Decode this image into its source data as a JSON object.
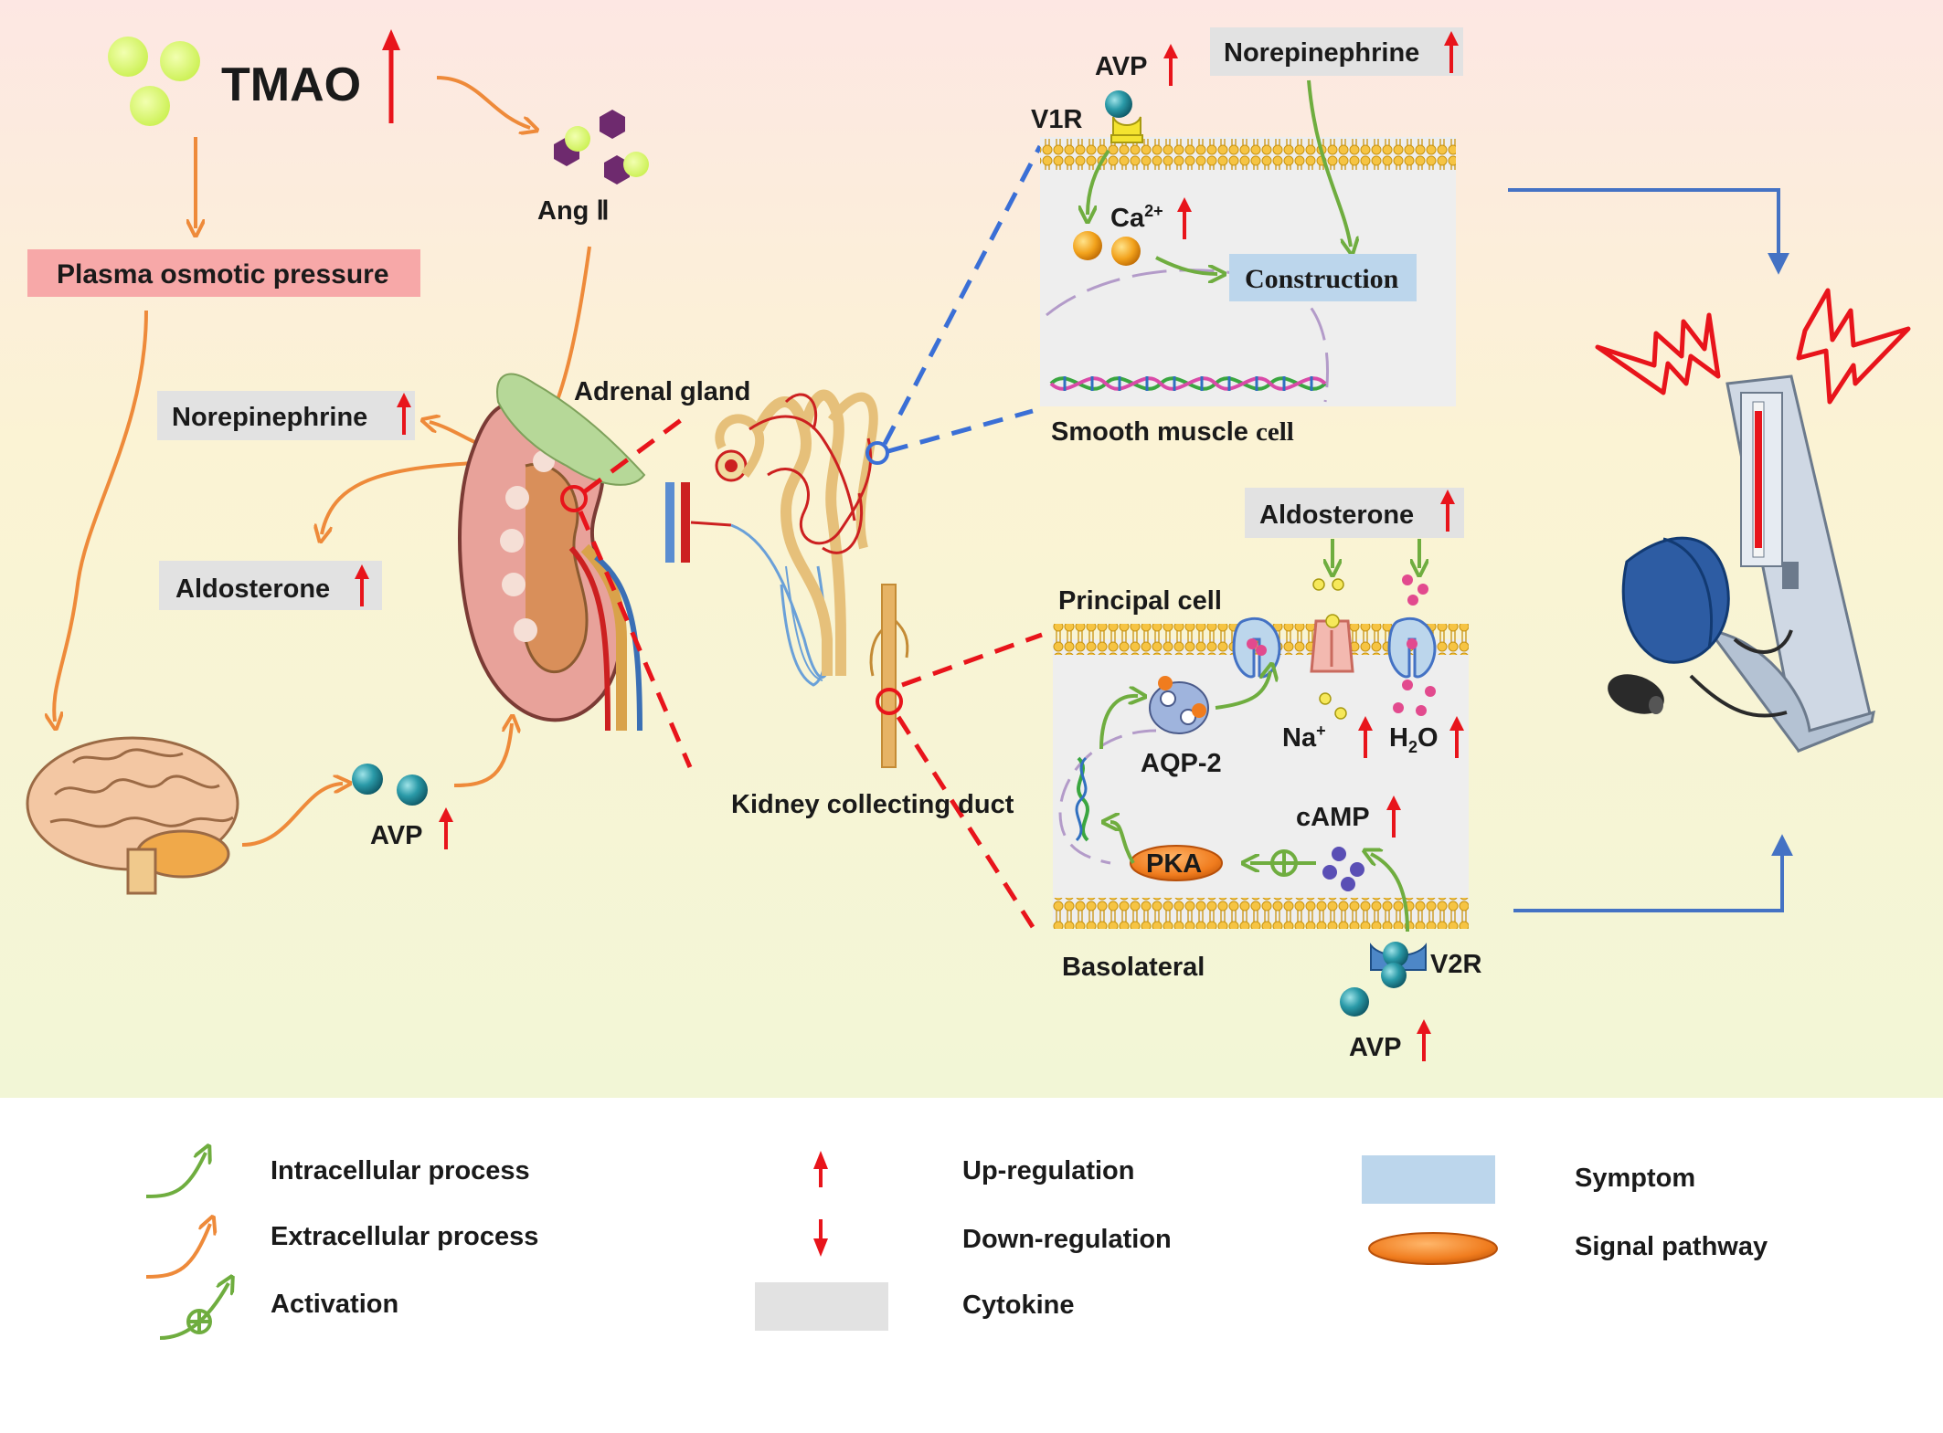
{
  "diagram": {
    "tmao": "TMAO",
    "ang2": "Ang Ⅱ",
    "plasma": "Plasma osmotic pressure",
    "norepinephrine_left": "Norepinephrine",
    "aldosterone_left": "Aldosterone",
    "adrenal_gland": "Adrenal gland",
    "avp_brain": "AVP",
    "kidney_collecting_duct": "Kidney collecting duct",
    "smooth_muscle": {
      "avp": "AVP",
      "norepinephrine": "Norepinephrine",
      "v1r": "V1R",
      "ca": "Ca",
      "ca_sup": "2+",
      "construction": "Construction",
      "title_main": "Smooth muscle ",
      "title_tail": "cell"
    },
    "principal": {
      "title": "Principal cell",
      "aldosterone": "Aldosterone",
      "aqp2": "AQP-2",
      "na": "Na",
      "na_sup": "+",
      "h2o_h": "H",
      "h2o_sub": "2",
      "h2o_o": "O",
      "camp": "cAMP",
      "pka": "PKA",
      "basolateral": "Basolateral",
      "v2r": "V2R",
      "avp": "AVP"
    }
  },
  "legend": {
    "intracellular": "Intracellular process",
    "extracellular": "Extracellular process",
    "activation": "Activation",
    "up": "Up-regulation",
    "down": "Down-regulation",
    "cytokine": "Cytokine",
    "symptom": "Symptom",
    "signal": "Signal pathway"
  },
  "colors": {
    "orange_arrow": "#ee8a3a",
    "green_arrow": "#6fad3f",
    "red_arrow": "#e8141b",
    "blue_connector": "#4472c4",
    "plasma_box": "#f7a8a8",
    "cytokine_box": "#e2e2e2",
    "symptom_box": "#bcd6ec",
    "pka_fill": "#f07c1e"
  },
  "icons": [
    "tmao-molecules-icon",
    "ang2-molecules-icon",
    "brain-icon",
    "kidney-icon",
    "adrenal-gland-icon",
    "nephron-icon",
    "collecting-duct-icon",
    "blood-pressure-monitor-icon",
    "dna-icon",
    "membrane-icon",
    "receptor-icon",
    "channel-icon"
  ]
}
